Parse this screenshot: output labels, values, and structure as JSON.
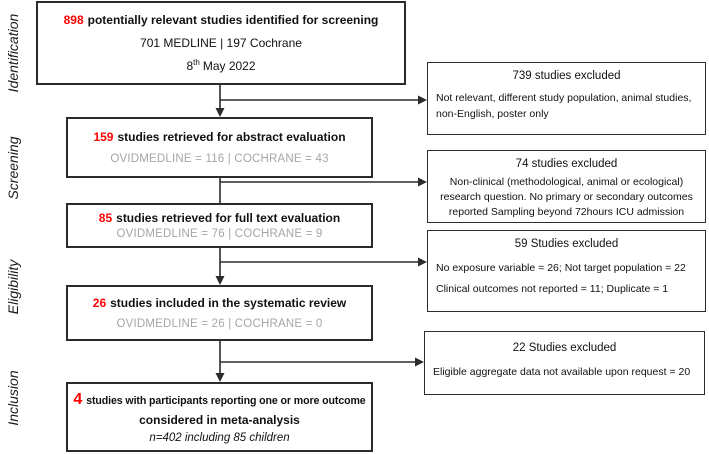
{
  "colors": {
    "highlight_red": "#ff0000",
    "muted_gray": "#a6a6a6",
    "line_black": "#2b2b2b"
  },
  "stages": [
    {
      "label": "Identification"
    },
    {
      "label": "Screening"
    },
    {
      "label": "Eligibility"
    },
    {
      "label": "Inclusion"
    }
  ],
  "flow_boxes": {
    "screening_pool": {
      "count": "898",
      "label": "potentially relevant studies identified for screening",
      "sources": "701 MEDLINE | 197 Cochrane",
      "date": {
        "day": "8",
        "ordinal": "th",
        "rest": "May 2022"
      }
    },
    "abstract_eval": {
      "count": "159",
      "label": "studies retrieved for abstract evaluation",
      "sources": "OVIDMEDLINE = 116 | COCHRANE = 43"
    },
    "fulltext_eval": {
      "count": "85",
      "label": "studies retrieved for full text evaluation",
      "sources": "OVIDMEDLINE = 76 | COCHRANE = 9"
    },
    "systematic_review": {
      "count": "26",
      "label": "studies included in the systematic review",
      "sources": "OVIDMEDLINE = 26 | COCHRANE = 0"
    },
    "meta_analysis": {
      "count": "4",
      "label": "studies with participants reporting one or more outcome",
      "label_line2": "considered in meta-analysis",
      "note": "n=402 including 85 children"
    }
  },
  "exclusion_boxes": {
    "identification": {
      "title": "739 studies excluded",
      "line1": "Not relevant, different study population, animal studies, non-English, poster only"
    },
    "screening": {
      "title": "74 studies excluded",
      "line1": "Non-clinical (methodological, animal or ecological) research question. No primary or secondary outcomes reported  Sampling beyond 72hours ICU admission"
    },
    "eligibility": {
      "title": "59 Studies excluded",
      "line1": "No exposure variable = 26; Not target population = 22",
      "line2": "Clinical outcomes not reported = 11; Duplicate = 1"
    },
    "inclusion": {
      "title": "22 Studies excluded",
      "line1": "Eligible aggregate data not available upon request = 20"
    }
  }
}
